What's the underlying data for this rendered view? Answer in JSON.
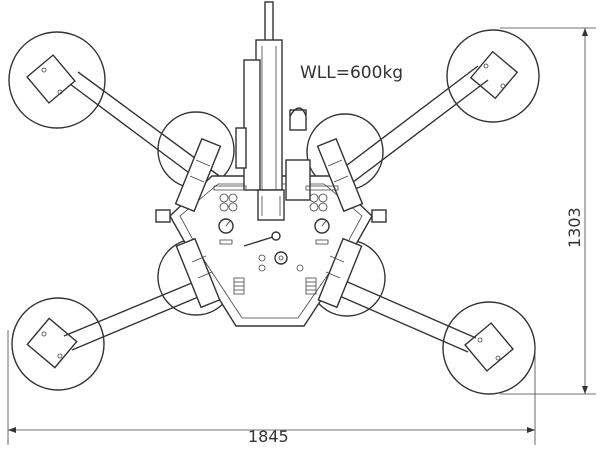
{
  "drawing": {
    "wll_label": "WLL=600kg",
    "width_dimension": "1845",
    "height_dimension": "1303"
  },
  "colors": {
    "line": "#333333",
    "background": "#ffffff"
  }
}
